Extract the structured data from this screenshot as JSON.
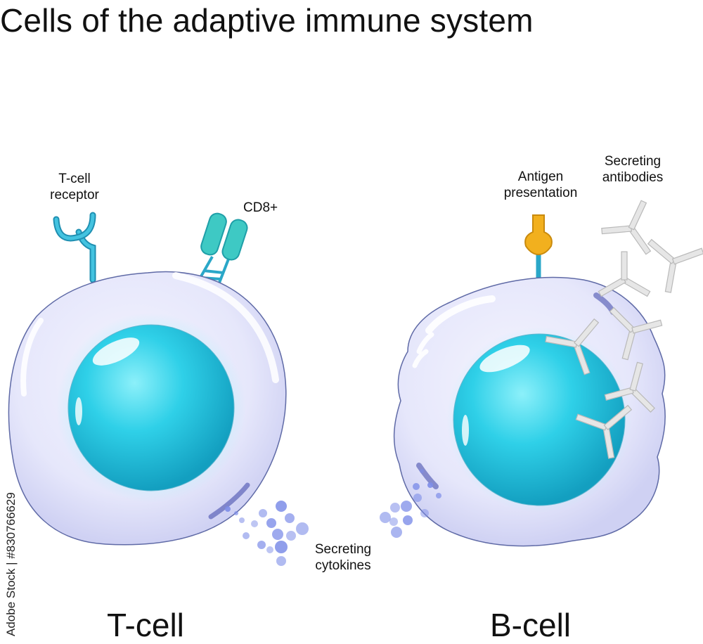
{
  "title": "Cells of the adaptive immune system",
  "labels": {
    "tcell_receptor": [
      "T-cell",
      "receptor"
    ],
    "cd8": "CD8+",
    "antigen_presentation": [
      "Antigen",
      "presentation"
    ],
    "secreting_antibodies": [
      "Secreting",
      "antibodies"
    ],
    "secreting_cytokines": [
      "Secreting",
      "cytokines"
    ]
  },
  "cells": {
    "t_cell": "T-cell",
    "b_cell": "B-cell"
  },
  "credit": "Adobe Stock | #830766629",
  "colors": {
    "cytoplasm": "#e4e5fb",
    "membrane_outline": "#5f6aa6",
    "nucleus": "#1ec5e0",
    "nucleus_light": "#7fe9f6",
    "receptor": "#2aa7c8",
    "antigen": "#f2b01e",
    "antibody": "#e6e6e6",
    "cytokine": "#7d8de8"
  }
}
